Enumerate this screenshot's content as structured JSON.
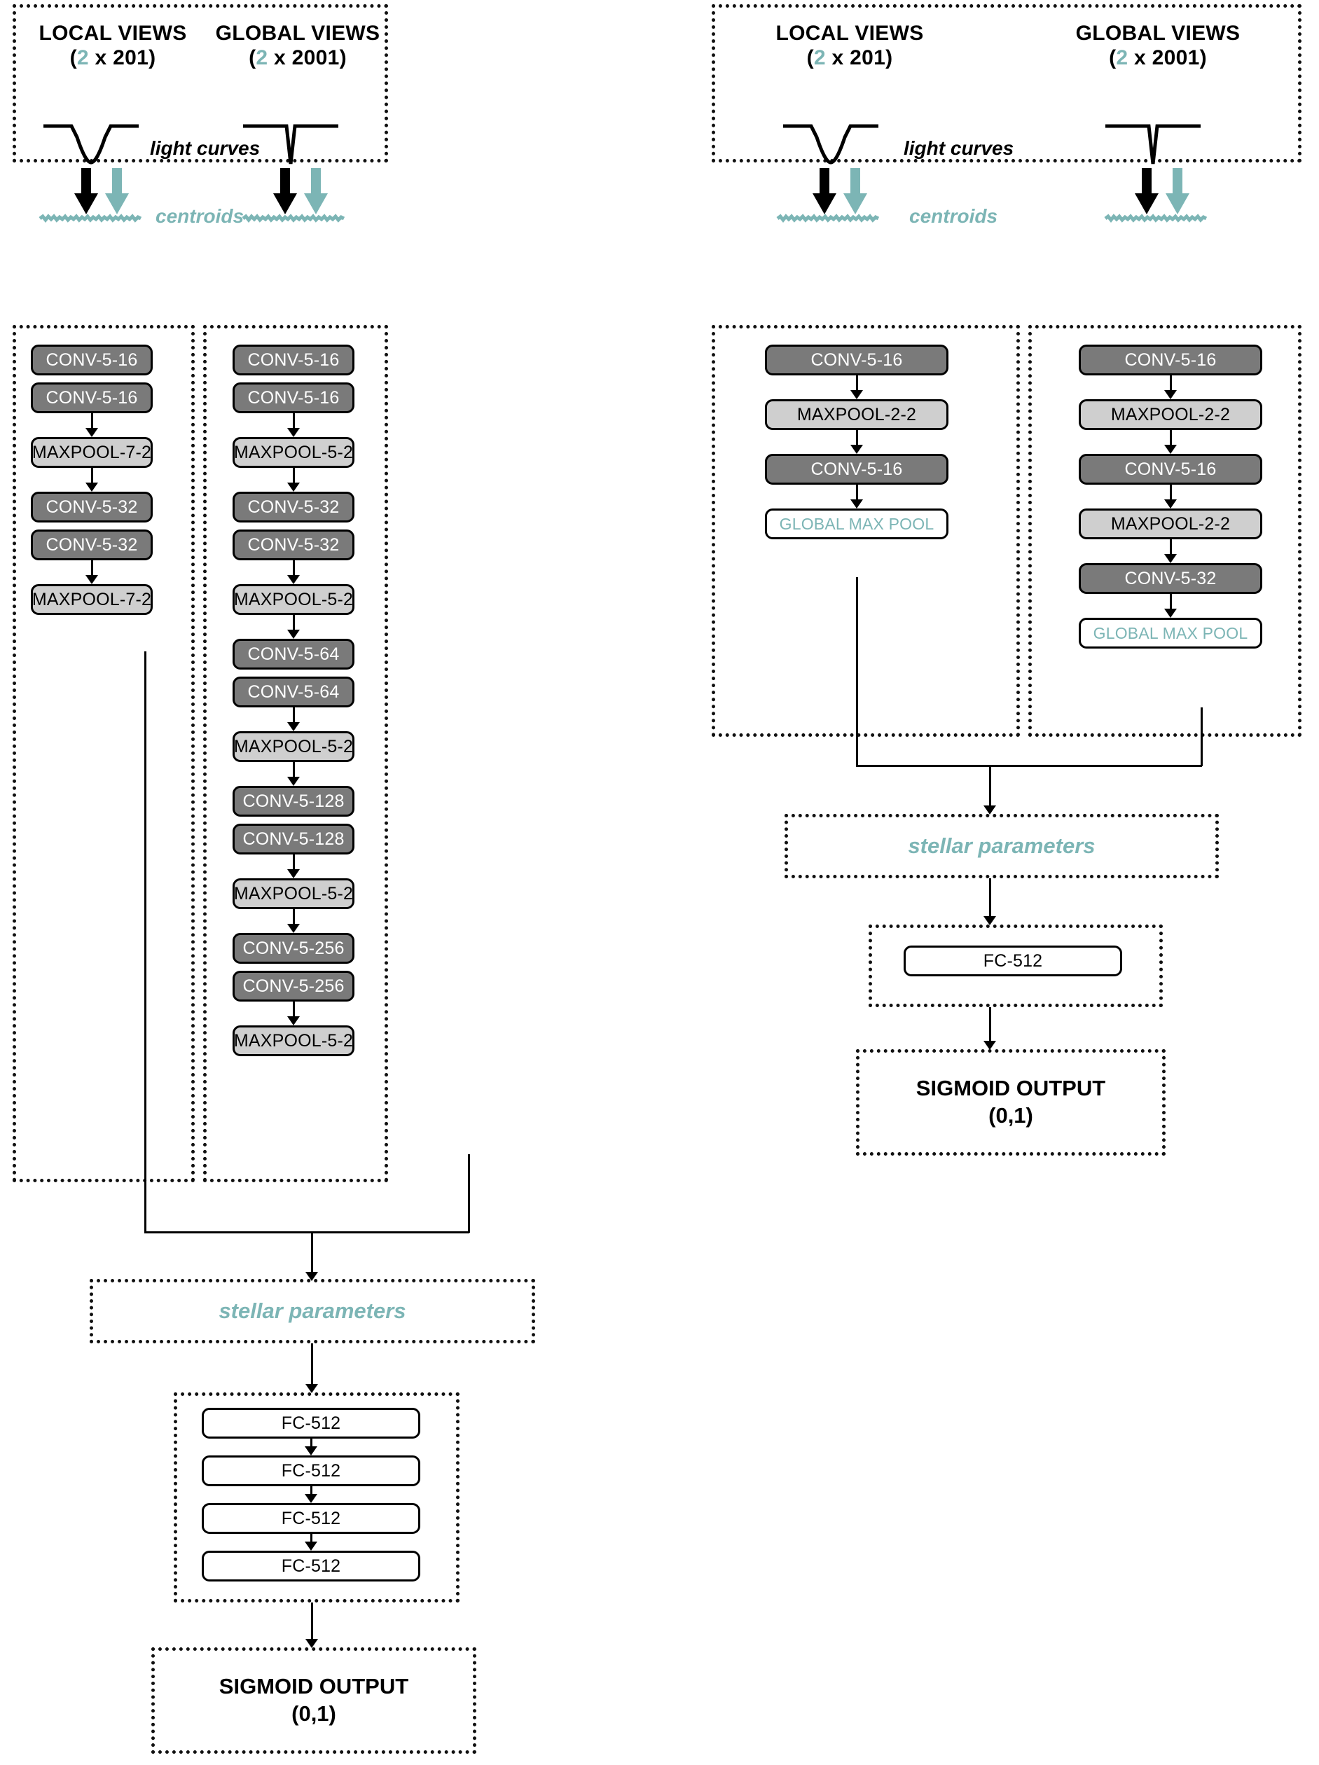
{
  "colors": {
    "teal": "#7cb5b5",
    "conv_fill": "#7a7a7a",
    "pool_fill": "#cfcfcf",
    "box_border": "#111111",
    "text": "#000000"
  },
  "labels": {
    "local_views": "LOCAL VIEWS",
    "global_views": "GLOBAL VIEWS",
    "local_dims_open": "(",
    "local_dims_channels": "2",
    "local_dims_rest": " x 201)",
    "global_dims_rest": " x 2001)",
    "light_curves": "light curves",
    "centroids": "centroids",
    "stellar_parameters": "stellar parameters",
    "sigmoid_title": "SIGMOID OUTPUT",
    "sigmoid_range": "(0,1)"
  },
  "left_model": {
    "local_column": [
      {
        "label": "CONV-5-16",
        "kind": "conv"
      },
      {
        "label": "CONV-5-16",
        "kind": "conv"
      },
      {
        "label": "MAXPOOL-7-2",
        "kind": "pool"
      },
      {
        "label": "CONV-5-32",
        "kind": "conv"
      },
      {
        "label": "CONV-5-32",
        "kind": "conv"
      },
      {
        "label": "MAXPOOL-7-2",
        "kind": "pool"
      }
    ],
    "global_column": [
      {
        "label": "CONV-5-16",
        "kind": "conv"
      },
      {
        "label": "CONV-5-16",
        "kind": "conv"
      },
      {
        "label": "MAXPOOL-5-2",
        "kind": "pool"
      },
      {
        "label": "CONV-5-32",
        "kind": "conv"
      },
      {
        "label": "CONV-5-32",
        "kind": "conv"
      },
      {
        "label": "MAXPOOL-5-2",
        "kind": "pool"
      },
      {
        "label": "CONV-5-64",
        "kind": "conv"
      },
      {
        "label": "CONV-5-64",
        "kind": "conv"
      },
      {
        "label": "MAXPOOL-5-2",
        "kind": "pool"
      },
      {
        "label": "CONV-5-128",
        "kind": "conv"
      },
      {
        "label": "CONV-5-128",
        "kind": "conv"
      },
      {
        "label": "MAXPOOL-5-2",
        "kind": "pool"
      },
      {
        "label": "CONV-5-256",
        "kind": "conv"
      },
      {
        "label": "CONV-5-256",
        "kind": "conv"
      },
      {
        "label": "MAXPOOL-5-2",
        "kind": "pool"
      }
    ],
    "fc_stack": [
      {
        "label": "FC-512"
      },
      {
        "label": "FC-512"
      },
      {
        "label": "FC-512"
      },
      {
        "label": "FC-512"
      }
    ]
  },
  "right_model": {
    "local_column": [
      {
        "label": "CONV-5-16",
        "kind": "conv"
      },
      {
        "label": "MAXPOOL-2-2",
        "kind": "pool"
      },
      {
        "label": "CONV-5-16",
        "kind": "conv"
      },
      {
        "label": "GLOBAL MAX POOL",
        "kind": "gmp"
      }
    ],
    "global_column": [
      {
        "label": "CONV-5-16",
        "kind": "conv"
      },
      {
        "label": "MAXPOOL-2-2",
        "kind": "pool"
      },
      {
        "label": "CONV-5-16",
        "kind": "conv"
      },
      {
        "label": "MAXPOOL-2-2",
        "kind": "pool"
      },
      {
        "label": "CONV-5-32",
        "kind": "conv"
      },
      {
        "label": "GLOBAL MAX POOL",
        "kind": "gmp"
      }
    ],
    "fc_stack": [
      {
        "label": "FC-512"
      }
    ]
  }
}
